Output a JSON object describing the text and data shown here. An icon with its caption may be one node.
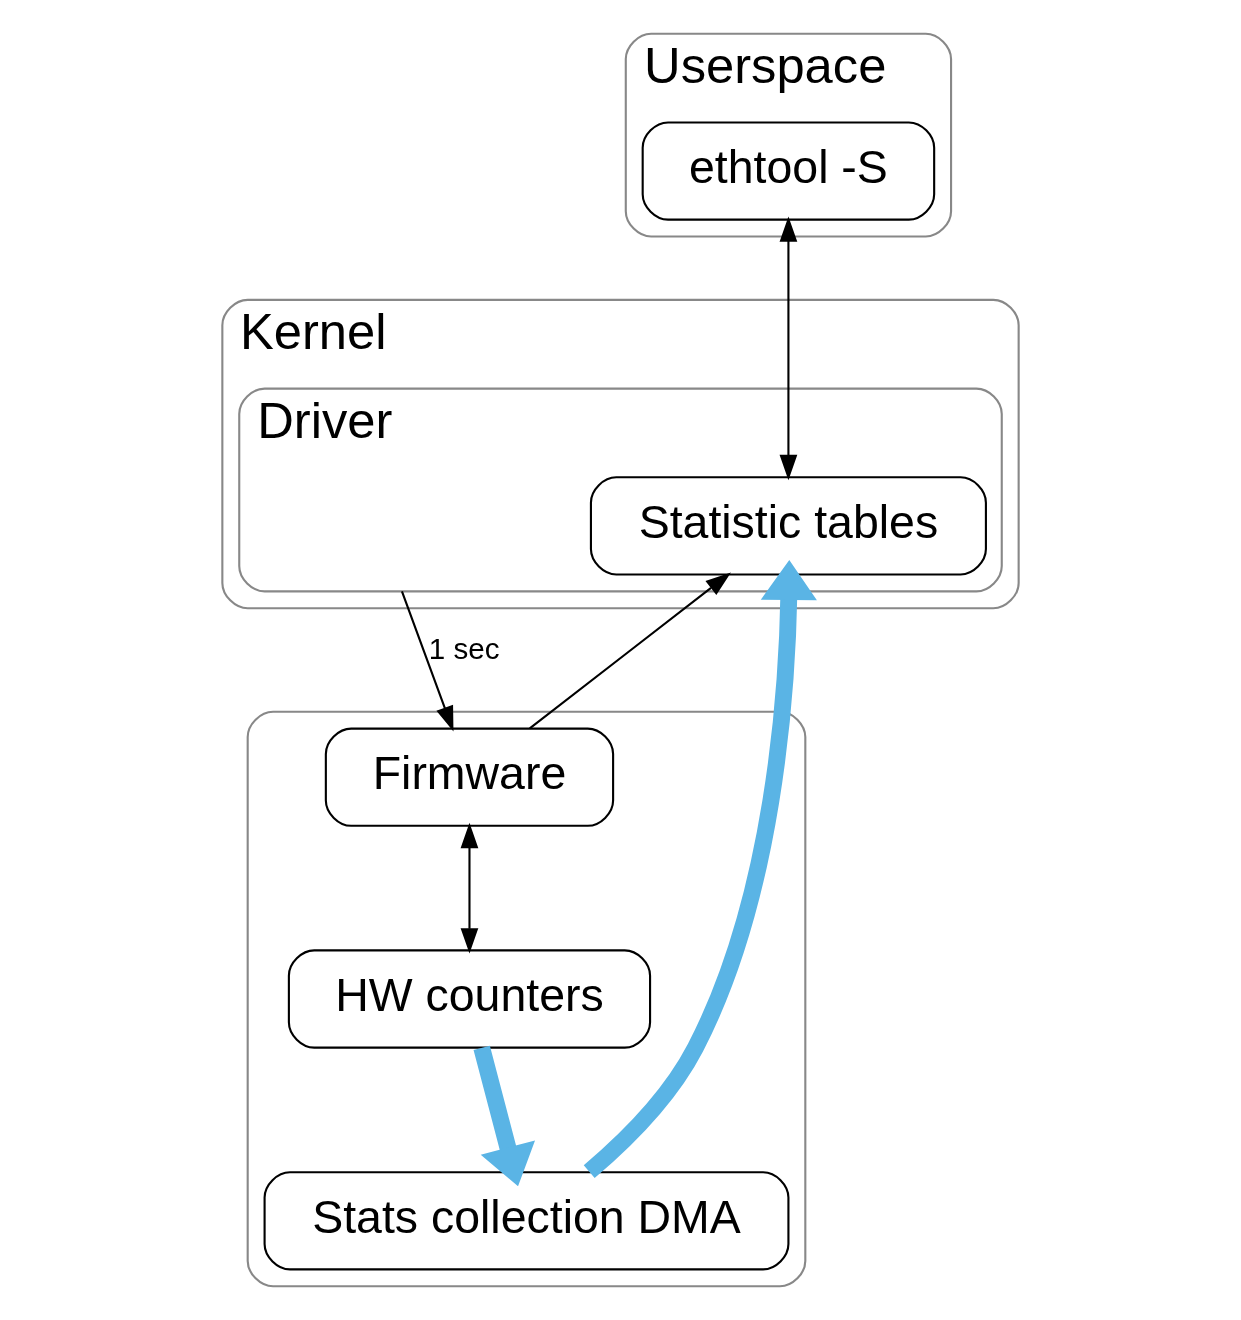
{
  "diagram": {
    "nodes": [
      {
        "text": [
          "Userspace"
        ]
      },
      {
        "text": [
          "ethtool -S"
        ],
        "in": 0
      },
      {
        "text": [
          "Kernel"
        ]
      },
      {
        "text": [
          "Driver"
        ],
        "in": 2
      },
      {
        "text": [
          "Statistic tables"
        ],
        "in": 3
      },
      {
        "text": [],
        "shape": "box"
      },
      {
        "text": [
          "Firmware"
        ],
        "in": 5
      },
      {
        "text": [
          "HW counters"
        ],
        "in": 5
      },
      {
        "text": [
          "Stats collection DMA"
        ],
        "in": 5
      }
    ],
    "edges": [
      {
        "from": 1,
        "to": 4,
        "arrow": "both"
      },
      {
        "from": 3,
        "to": 6,
        "arrow": "to",
        "label": "1 sec"
      },
      {
        "from": 6,
        "to": 4,
        "arrow": "to"
      },
      {
        "from": 6,
        "to": 7,
        "arrow": "both"
      },
      {
        "from": 7,
        "to": 8,
        "arrow": "to",
        "style": "thick",
        "color": "#5ab4e5"
      },
      {
        "from": 8,
        "to": 4,
        "arrow": "to",
        "style": "thick",
        "color": "#5ab4e5"
      }
    ]
  }
}
